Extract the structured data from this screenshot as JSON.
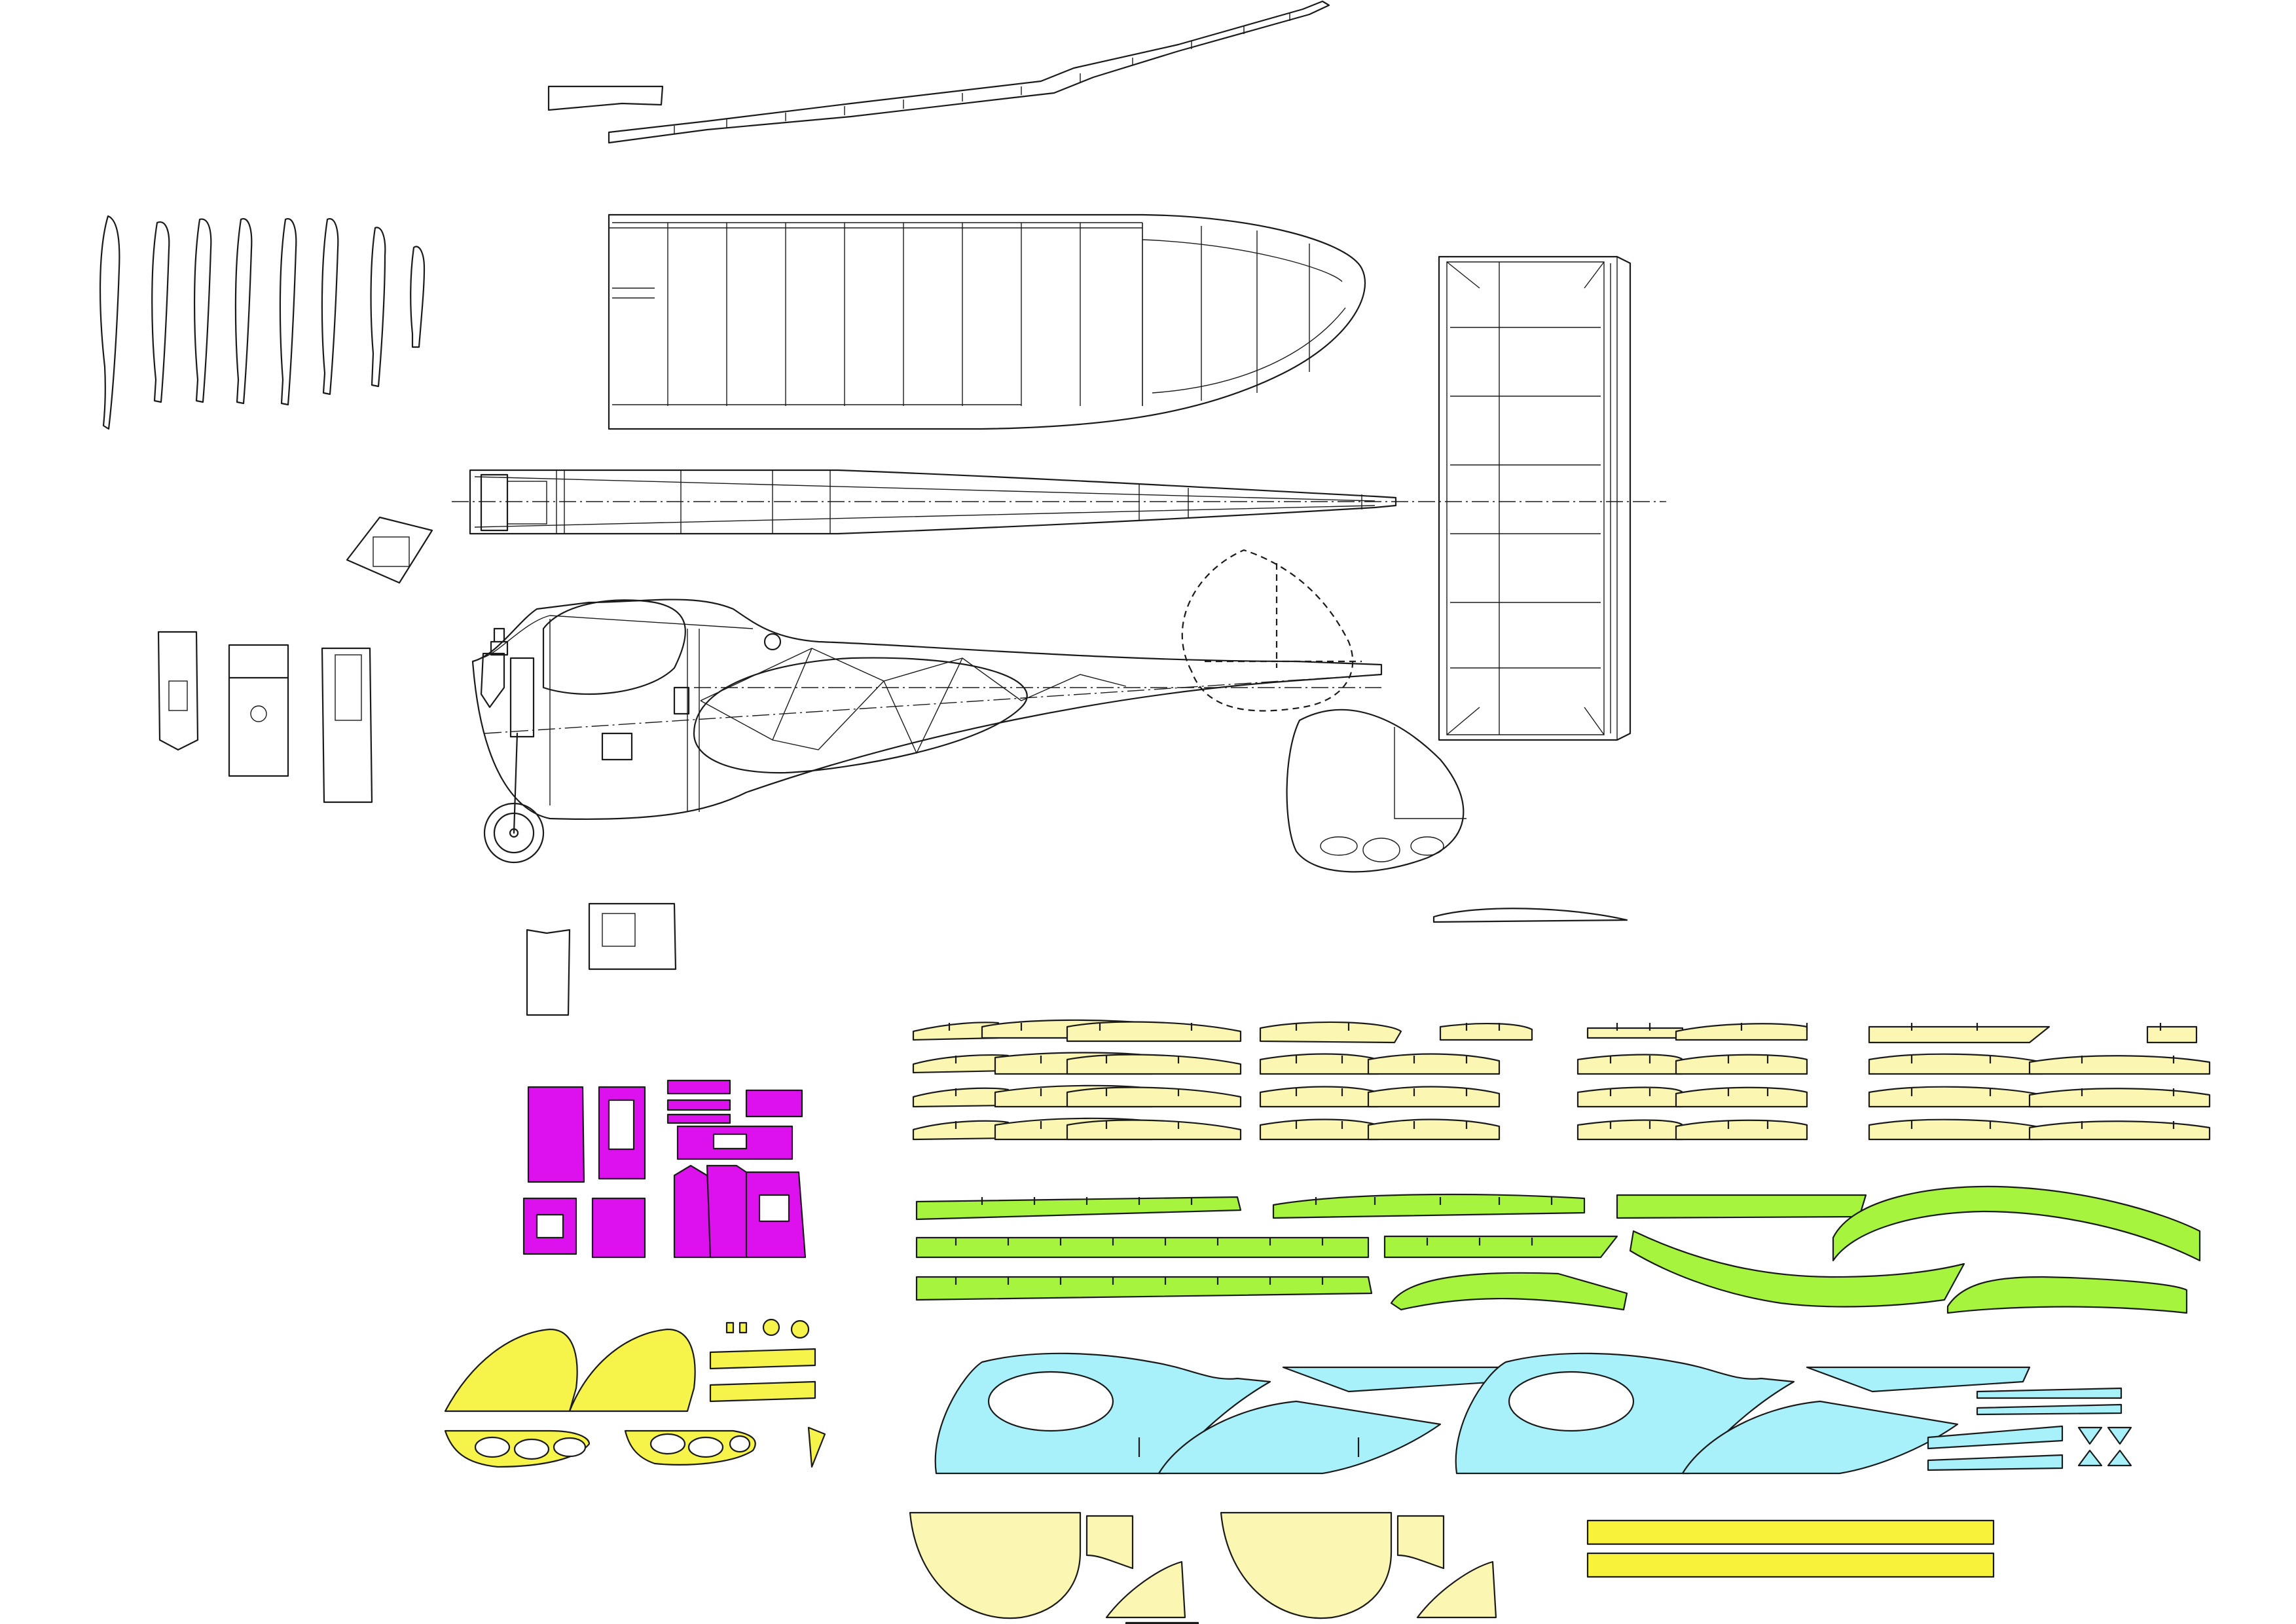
{
  "colors": {
    "background": "#ffffff",
    "outline": "#1a1a1a",
    "rib_parts": "#fbf7b3",
    "spar_parts": "#a7f43f",
    "fuselage_side_parts": "#a9f1fa",
    "former_parts": "#dd11ee",
    "tail_parts": "#f6f34a",
    "canopy_parts": "#fbf7b3",
    "strip_parts": "#f8f23a"
  },
  "drawing": {
    "views": [
      "wing-ribs-profiles",
      "wing-plan-view",
      "fuselage-top-view",
      "fuselage-side-view",
      "stabilizer-plan-view",
      "fin-plan-view",
      "part-layout"
    ]
  }
}
